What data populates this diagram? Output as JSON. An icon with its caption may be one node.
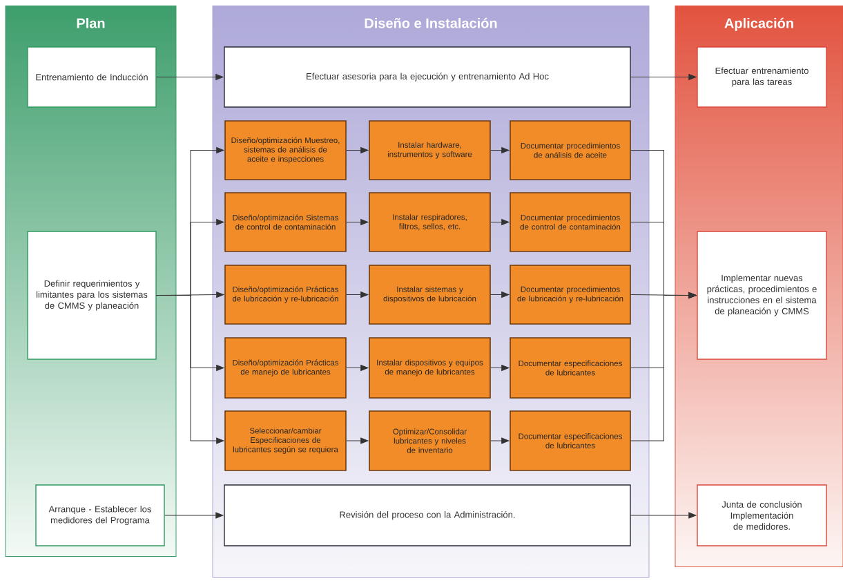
{
  "diagram": {
    "nodes": [
      {
        "text": [
          "Plan"
        ]
      },
      {
        "text": [
          "Entrenamiento de Inducción"
        ],
        "in": 0
      },
      {
        "text": [
          "Definir requerimientos y limitantes para los sistemas de CMMS y planeación"
        ],
        "in": 0
      },
      {
        "text": [
          "Arranque - Establecer los medidores del Programa"
        ],
        "in": 0
      },
      {
        "text": [
          "Diseño e Instalación"
        ]
      },
      {
        "text": [
          "Efectuar asesoria para la ejecución y entrenamiento Ad Hoc"
        ],
        "in": 4
      },
      {
        "text": [
          "Diseño/optimización Muestreo, sistemas de análisis de aceite e inspecciones"
        ],
        "in": 4
      },
      {
        "text": [
          "Instalar hardware, instrumentos y software"
        ],
        "in": 4
      },
      {
        "text": [
          "Documentar procedimientos de análisis de aceite"
        ],
        "in": 4
      },
      {
        "text": [
          "Diseño/optimización Sistemas de control de contaminación"
        ],
        "in": 4
      },
      {
        "text": [
          "Instalar respiradores, filtros, sellos, etc."
        ],
        "in": 4
      },
      {
        "text": [
          "Documentar procedimientos de control de contaminación"
        ],
        "in": 4
      },
      {
        "text": [
          "Diseño/optimización Prácticas de lubricación y re-lubricación"
        ],
        "in": 4
      },
      {
        "text": [
          "Instalar sistemas y dispositivos de lubricación"
        ],
        "in": 4
      },
      {
        "text": [
          "Documentar procedimientos de lubricación y re-lubricación"
        ],
        "in": 4
      },
      {
        "text": [
          "Diseño/optimización Prácticas de manejo de lubricantes"
        ],
        "in": 4
      },
      {
        "text": [
          "Instalar dispositivos y equipos de manejo de lubricantes"
        ],
        "in": 4
      },
      {
        "text": [
          "Documentar especificaciones de lubricantes"
        ],
        "in": 4
      },
      {
        "text": [
          "Seleccionar/cambiar Especificaciones de lubricantes según se requiera"
        ],
        "in": 4
      },
      {
        "text": [
          "Optimizar/Consolidar lubricantes y niveles de inventario"
        ],
        "in": 4
      },
      {
        "text": [
          "Documentar especificaciones de lubricantes"
        ],
        "in": 4
      },
      {
        "text": [
          "Revisión del proceso con la Administración."
        ],
        "in": 4
      },
      {
        "text": [
          "Aplicación"
        ]
      },
      {
        "text": [
          "Efectuar entrenamiento para las tareas"
        ],
        "in": 22
      },
      {
        "text": [
          "Implementar nuevas prácticas, procedimientos e instrucciones en el sistema de planeación y CMMS"
        ],
        "in": 22
      },
      {
        "text": [
          "Junta de conclusión Implementación de medidores."
        ],
        "in": 22
      }
    ],
    "edges": [
      {
        "from": 1,
        "to": 5,
        "arrow": "to"
      },
      {
        "from": 5,
        "to": 23,
        "arrow": "to"
      },
      {
        "from": 2,
        "to": 6,
        "arrow": "to"
      },
      {
        "from": 2,
        "to": 9,
        "arrow": "to"
      },
      {
        "from": 2,
        "to": 12,
        "arrow": "to"
      },
      {
        "from": 2,
        "to": 15,
        "arrow": "to"
      },
      {
        "from": 2,
        "to": 18,
        "arrow": "to"
      },
      {
        "from": 6,
        "to": 7,
        "arrow": "to"
      },
      {
        "from": 7,
        "to": 8,
        "arrow": "to"
      },
      {
        "from": 9,
        "to": 10,
        "arrow": "to"
      },
      {
        "from": 10,
        "to": 11,
        "arrow": "to"
      },
      {
        "from": 12,
        "to": 13,
        "arrow": "to"
      },
      {
        "from": 13,
        "to": 14,
        "arrow": "to"
      },
      {
        "from": 15,
        "to": 16,
        "arrow": "to"
      },
      {
        "from": 16,
        "to": 17,
        "arrow": "to"
      },
      {
        "from": 18,
        "to": 19,
        "arrow": "to"
      },
      {
        "from": 19,
        "to": 20,
        "arrow": "to"
      },
      {
        "from": 8,
        "to": 24,
        "arrow": "to"
      },
      {
        "from": 11,
        "to": 24,
        "arrow": "to"
      },
      {
        "from": 14,
        "to": 24,
        "arrow": "to"
      },
      {
        "from": 17,
        "to": 24,
        "arrow": "to"
      },
      {
        "from": 20,
        "to": 24,
        "arrow": "to"
      },
      {
        "from": 3,
        "to": 21,
        "arrow": "to"
      },
      {
        "from": 21,
        "to": 25,
        "arrow": "to"
      }
    ]
  }
}
